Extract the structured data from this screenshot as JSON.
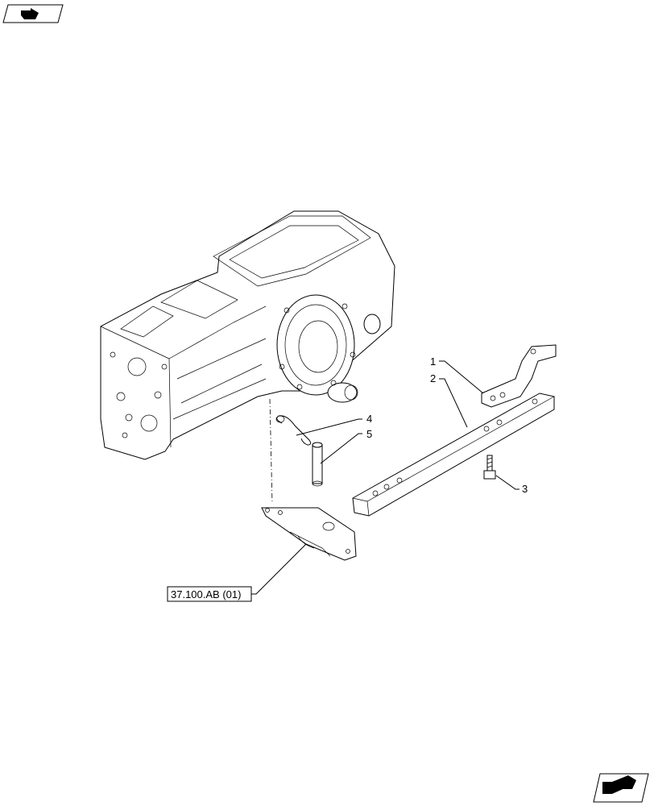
{
  "callouts": {
    "c1": "1",
    "c2": "2",
    "c3": "3",
    "c4": "4",
    "c5": "5"
  },
  "reference": {
    "label": "37.100.AB (01)"
  },
  "icons": {
    "top_left": "previous-page-icon",
    "bottom_right": "next-page-icon"
  }
}
